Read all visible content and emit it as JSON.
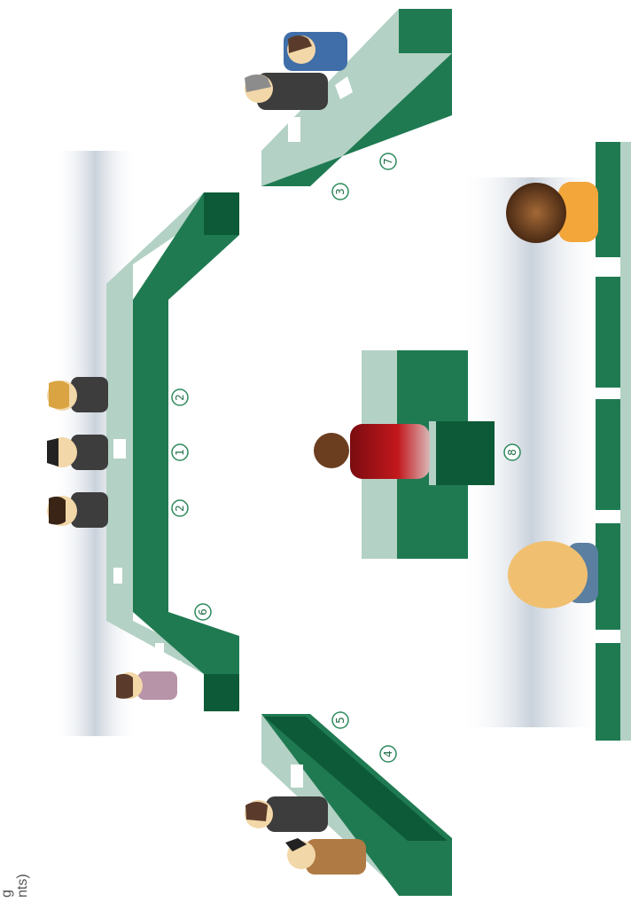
{
  "edge_text": {
    "line1": "nts)",
    "line2": "g"
  },
  "markers": [
    {
      "id": "1",
      "label": "1"
    },
    {
      "id": "2a",
      "label": "2"
    },
    {
      "id": "2b",
      "label": "2"
    },
    {
      "id": "3",
      "label": "3"
    },
    {
      "id": "4",
      "label": "4"
    },
    {
      "id": "5",
      "label": "5"
    },
    {
      "id": "6",
      "label": "6"
    },
    {
      "id": "7",
      "label": "7"
    },
    {
      "id": "8",
      "label": "8"
    }
  ],
  "colors": {
    "desk_front": "#1f7a52",
    "desk_top": "#b3d1c4",
    "desk_dark": "#0d5a38",
    "marker_ring": "#2c8a5c",
    "shadow": "#c9d3de"
  }
}
